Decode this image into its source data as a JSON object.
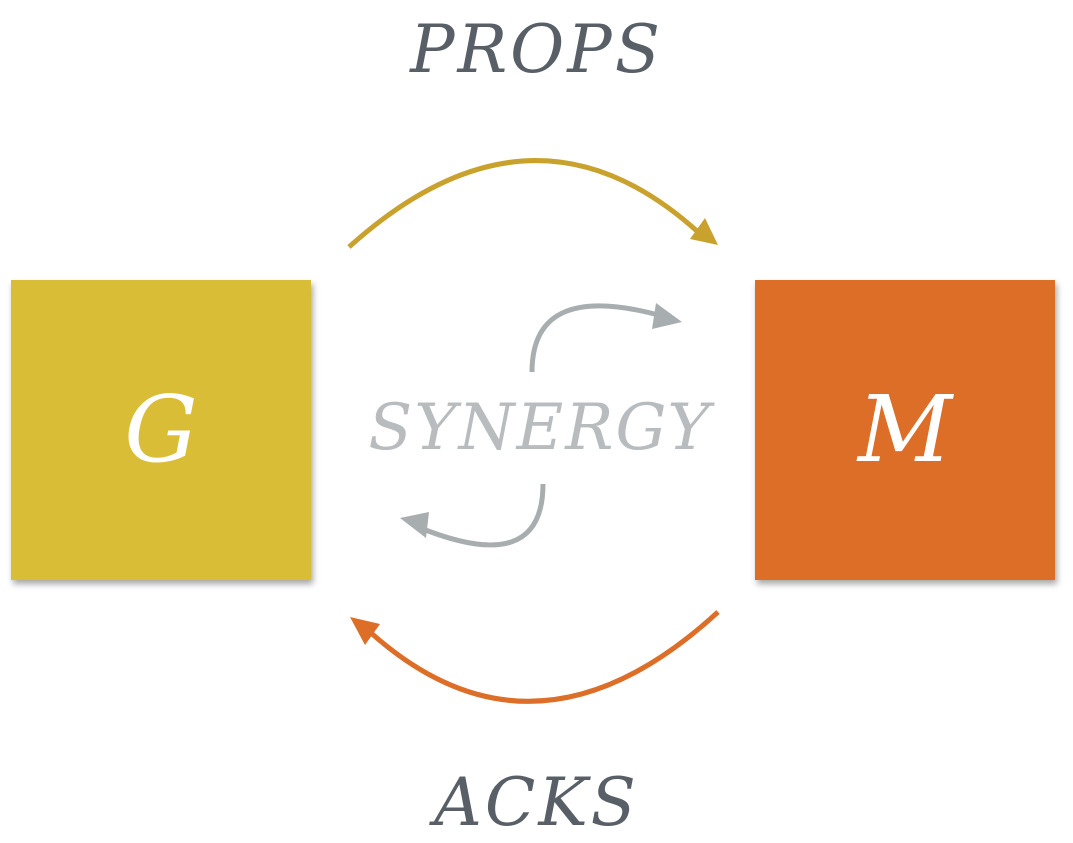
{
  "labels": {
    "top": "PROPS",
    "bottom": "ACKS",
    "center": "SYNERGY"
  },
  "nodes": {
    "left": {
      "letter": "G",
      "color": "#dabd36"
    },
    "right": {
      "letter": "M",
      "color": "#dc6e28"
    }
  },
  "arrows": {
    "top_color": "#c9a22e",
    "bottom_color": "#dc6e28",
    "center_color": "#a8adaf"
  }
}
